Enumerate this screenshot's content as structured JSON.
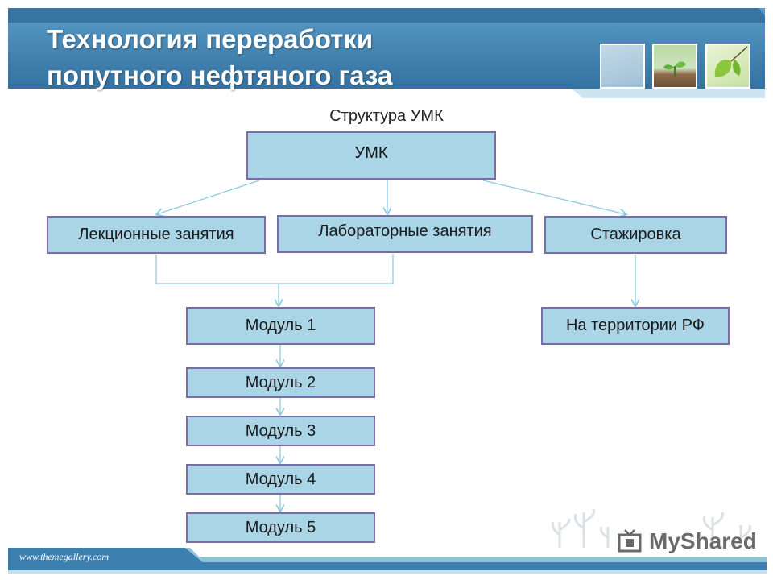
{
  "slide": {
    "title": "Технология переработки\nпопутного нефтяного газа",
    "subtitle": "Структура УМК"
  },
  "diagram": {
    "root": "УМК",
    "branches": [
      "Лекционные занятия",
      "Лабораторные занятия",
      "Стажировка"
    ],
    "modules": [
      "Модуль 1",
      "Модуль 2",
      "Модуль 3",
      "Модуль 4",
      "Модуль 5"
    ],
    "internship_target": "На территории РФ"
  },
  "footer": {
    "url": "www.themegallery.com"
  },
  "watermark": {
    "text": "MyShared"
  },
  "colors": {
    "box_fill": "#a9d5e6",
    "box_border": "#7b6ca8",
    "connector": "#8ecbe0",
    "header_blue": "#3e7fae"
  }
}
